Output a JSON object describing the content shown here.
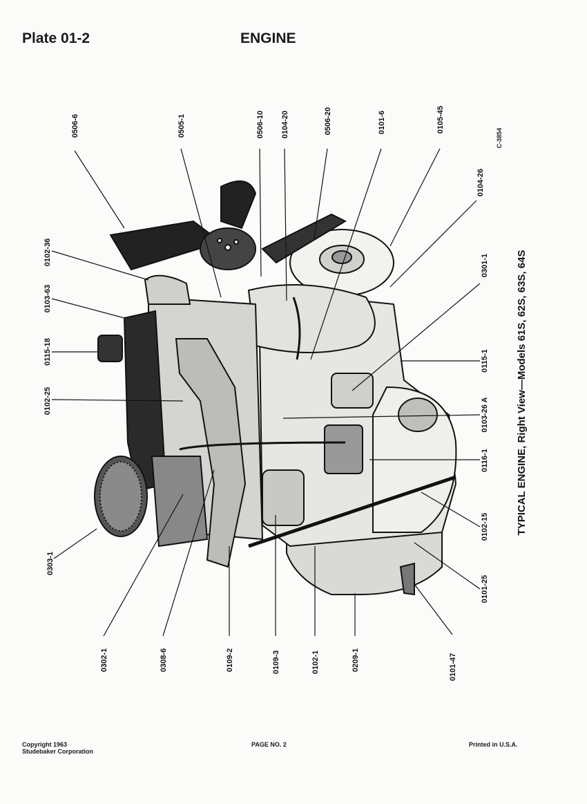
{
  "header": {
    "plate": "Plate 01-2",
    "title": "ENGINE"
  },
  "figure": {
    "code": "C-3854",
    "caption": "TYPICAL ENGINE, Right View—Models 61S, 62S, 63S, 64S",
    "callouts": [
      "0506-6",
      "0505-1",
      "0506-10",
      "0104-20",
      "0506-20",
      "0101-6",
      "0105-45",
      "0104-26",
      "0102-36",
      "0103-63",
      "0115-18",
      "0102-25",
      "0303-1",
      "0301-1",
      "0115-1",
      "0103-26 A",
      "0116-1",
      "0102-15",
      "0101-25",
      "0101-47",
      "0209-1",
      "0102-1",
      "0109-3",
      "0109-2",
      "0308-6",
      "0302-1"
    ]
  },
  "footer": {
    "copyright_line1": "Copyright 1963",
    "copyright_line2": "Studebaker Corporation",
    "page": "PAGE NO. 2",
    "printed": "Printed in U.S.A."
  }
}
